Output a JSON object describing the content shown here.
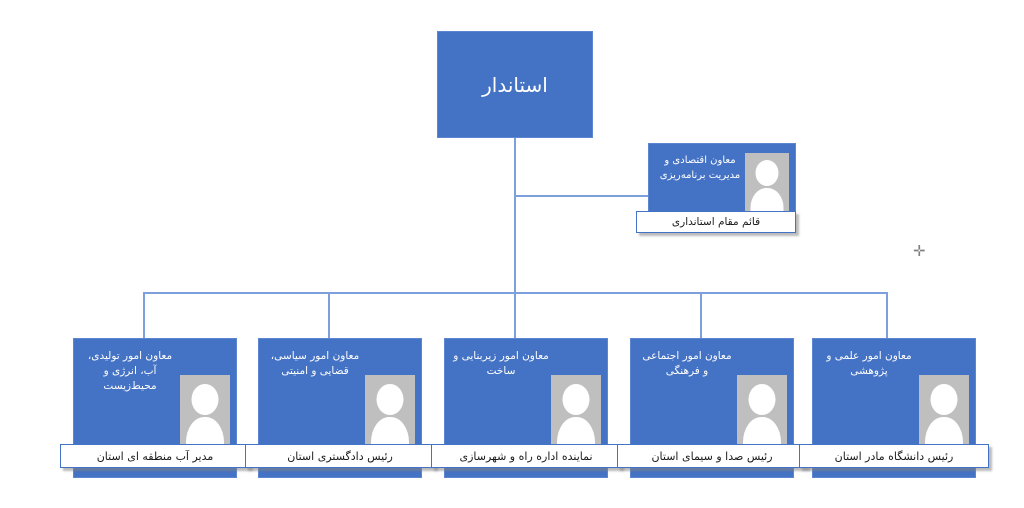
{
  "chart": {
    "title_node": {
      "label": "استاندار"
    },
    "deputy_node": {
      "title": "معاون اقتصادی و مدیریت برنامه‌ریزی",
      "caption": "قائم مقام استانداری",
      "avatar_icon": "person-avatar-icon"
    },
    "branch_nodes": [
      {
        "title": "معاون امور تولیدی، آب، انرژی و محیط‌زیست",
        "caption": "مدیر آب منطقه ای استان",
        "avatar_icon": "person-avatar-icon"
      },
      {
        "title": "معاون امور سیاسی، قضایی و امنیتی",
        "caption": "رئیس دادگستری استان",
        "avatar_icon": "person-avatar-icon"
      },
      {
        "title": "معاون امور زیربنایی و ساخت",
        "caption": "نماینده اداره راه و شهرسازی",
        "avatar_icon": "person-avatar-icon"
      },
      {
        "title": "معاون امور اجتماعی و فرهنگی",
        "caption": "رئیس صدا و سیمای استان",
        "avatar_icon": "person-avatar-icon"
      },
      {
        "title": "معاون امور علمی و پژوهشی",
        "caption": "رئیس دانشگاه مادر استان",
        "avatar_icon": "person-avatar-icon"
      }
    ],
    "plus_marker": {
      "glyph": "✛",
      "name": "plus-marker-icon"
    },
    "colors": {
      "box_fill": "#4472C4",
      "box_border": "#5C85D2",
      "connector": "#7BA0DC",
      "avatar_placeholder": "#BFBFBF",
      "caption_background": "#FFFFFF",
      "caption_text": "#1A1A1A",
      "title_text": "#FFFFFF",
      "page_background": "#FFFFFF",
      "plus_marker": "#7F7F7F"
    }
  }
}
